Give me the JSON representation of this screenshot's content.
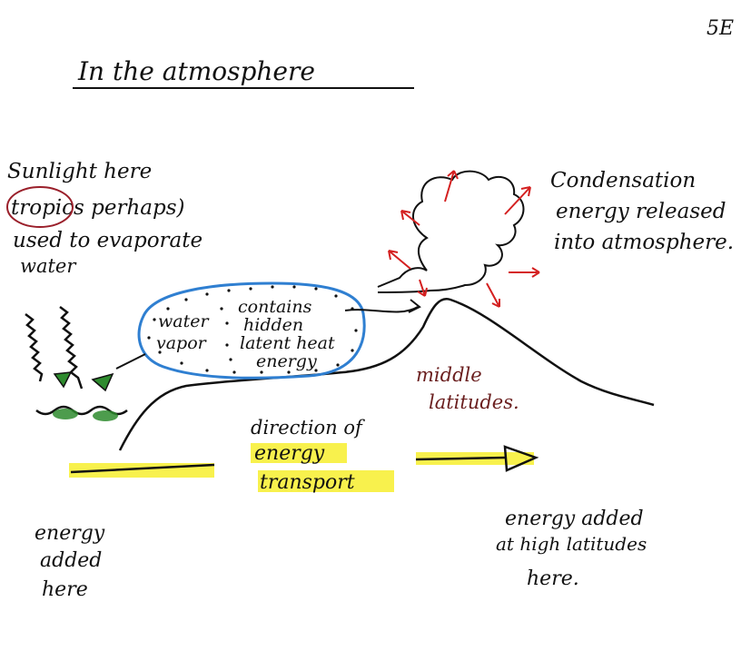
{
  "page_number": "5E",
  "title": "In the atmosphere",
  "sunlight_note": [
    "Sunlight here",
    "tropics perhaps)",
    "used to evaporate",
    "water"
  ],
  "circled_word": "tropics",
  "vapor_bubble": {
    "left_lines": [
      "water",
      "vapor"
    ],
    "right_lines": [
      "contains",
      "hidden",
      "latent heat",
      "energy"
    ]
  },
  "condensation_note": [
    "Condensation",
    "energy released",
    "into atmosphere."
  ],
  "middle_latitudes": [
    "middle",
    "latitudes."
  ],
  "transport_label": [
    "direction of",
    "energy",
    "transport"
  ],
  "energy_added_left": [
    "energy",
    "added",
    "here"
  ],
  "energy_added_right": [
    "energy added",
    "at high latitudes",
    "here."
  ],
  "colors": {
    "ink": "#111111",
    "highlight": "#f7f03a",
    "bubble_outline": "#2f7fd1",
    "arrows": "#d42020",
    "grass": "#2e8b2e",
    "maroon_text": "#6a1e1e"
  }
}
